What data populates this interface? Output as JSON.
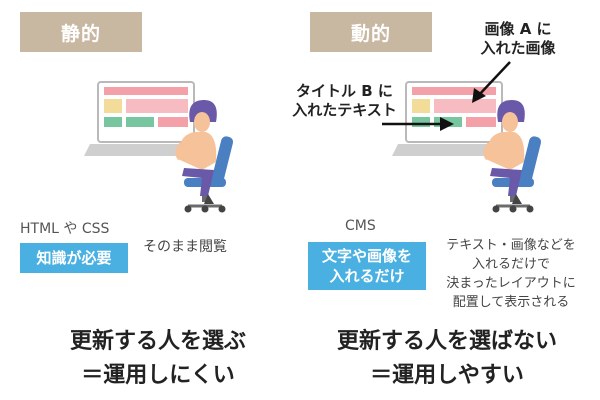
{
  "static": {
    "tag": "静的",
    "tech": "HTML や CSS",
    "badge": "知識が必要",
    "note": "そのまま閲覧",
    "bottom_line1": "更新する人を選ぶ",
    "bottom_line2": "＝運用しにくい"
  },
  "dynamic": {
    "tag": "動的",
    "tech": "CMS",
    "badge_line1": "文字や画像を",
    "badge_line2": "入れるだけ",
    "note_line1": "テキスト・画像などを",
    "note_line2": "入れるだけで",
    "note_line3": "決まったレイアウトに",
    "note_line4": "配置して表示される",
    "annot_image_line1": "画像 A に",
    "annot_image_line2": "入れた画像",
    "annot_text_line1": "タイトル B に",
    "annot_text_line2": "入れたテキスト",
    "bottom_line1": "更新する人を選ばない",
    "bottom_line2": "＝運用しやすい"
  },
  "colors": {
    "tag_bg": "#c8b8a2",
    "badge_bg": "#4ab0e2",
    "screen_pink": "#f3a0a8",
    "screen_yellow": "#f3dc9a",
    "screen_green": "#77c6a0",
    "person_purple": "#6a58a8",
    "chair_blue": "#4a7fc1",
    "skin": "#f6c29a"
  }
}
